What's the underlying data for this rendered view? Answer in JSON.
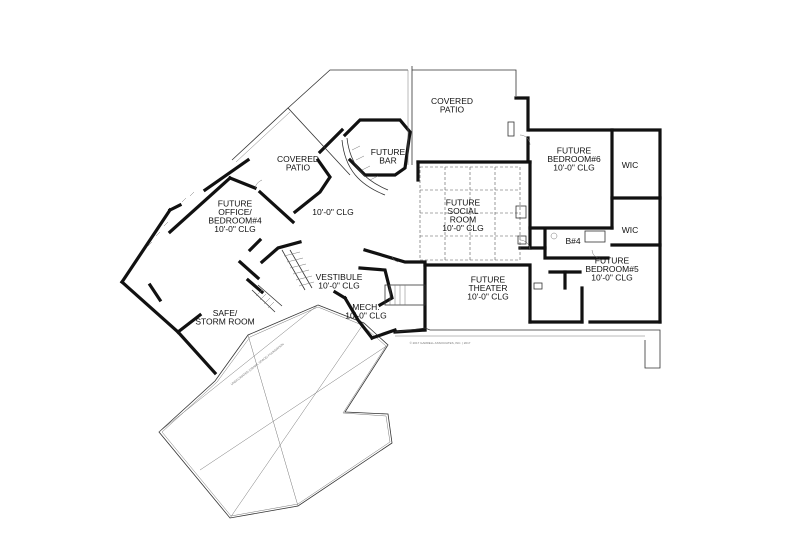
{
  "rooms": {
    "covered_patio_top": {
      "lines": [
        "COVERED",
        "PATIO"
      ]
    },
    "covered_patio_left": {
      "lines": [
        "COVERED",
        "PATIO"
      ]
    },
    "future_bar": {
      "lines": [
        "FUTURE",
        "BAR"
      ]
    },
    "main_clg": {
      "lines": [
        "10'-0\" CLG"
      ]
    },
    "future_office": {
      "lines": [
        "FUTURE",
        "OFFICE/",
        "BEDROOM#4",
        "10'-0\" CLG"
      ]
    },
    "future_social": {
      "lines": [
        "FUTURE",
        "SOCIAL",
        "ROOM",
        "10'-0\" CLG"
      ]
    },
    "future_bedroom6": {
      "lines": [
        "FUTURE",
        "BEDROOM#6",
        "10'-0\" CLG"
      ]
    },
    "wic_top": {
      "lines": [
        "WIC"
      ]
    },
    "wic_bottom": {
      "lines": [
        "WIC"
      ]
    },
    "bath4": {
      "lines": [
        "B#4"
      ]
    },
    "future_bedroom5": {
      "lines": [
        "FUTURE",
        "BEDROOM#5",
        "10'-0\" CLG"
      ]
    },
    "future_theater": {
      "lines": [
        "FUTURE",
        "THEATER",
        "10'-0\" CLG"
      ]
    },
    "vestibule": {
      "lines": [
        "VESTIBULE",
        "10'-0\" CLG"
      ]
    },
    "mech": {
      "lines": [
        "MECH.",
        "10'-0\" CLG"
      ]
    },
    "safe_storm": {
      "lines": [
        "SAFE/",
        "STORM ROOM"
      ]
    }
  },
  "copyright": "© 2017 GARRELL ASSOCIATES, INC. | 2017",
  "crawl_note": "UNEXCAVATED (CRAWL SPACE) FOUNDATION"
}
